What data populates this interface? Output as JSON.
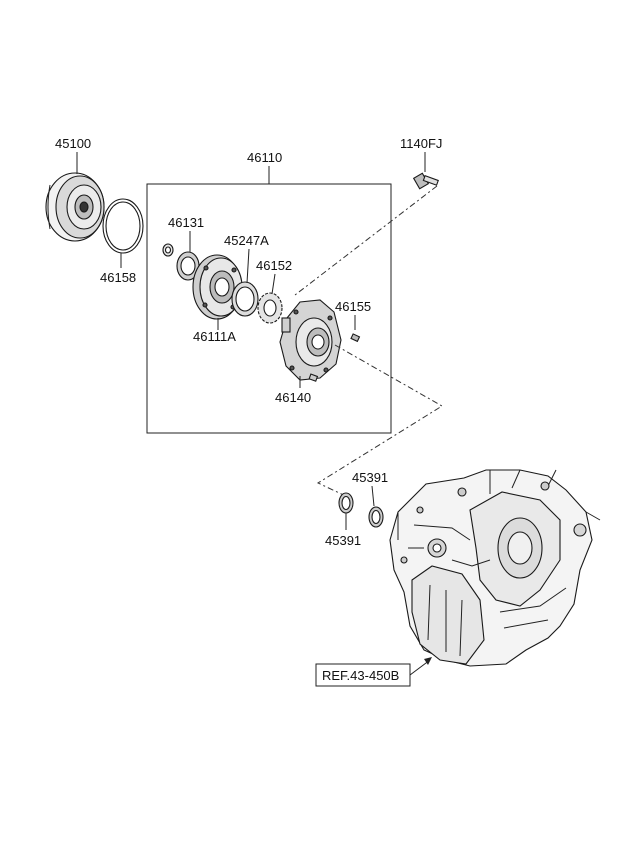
{
  "diagram": {
    "part_labels": {
      "converter": "45100",
      "oring": "46158",
      "pump_assy": "46110",
      "seal": "46131",
      "pump_body": "46111A",
      "gear_ring": "45247A",
      "gear": "46152",
      "cover": "46140",
      "pin": "46155",
      "bolt": "1140FJ",
      "seal_upper": "45391",
      "seal_lower": "45391"
    },
    "reference_label": "REF.43-450B"
  }
}
